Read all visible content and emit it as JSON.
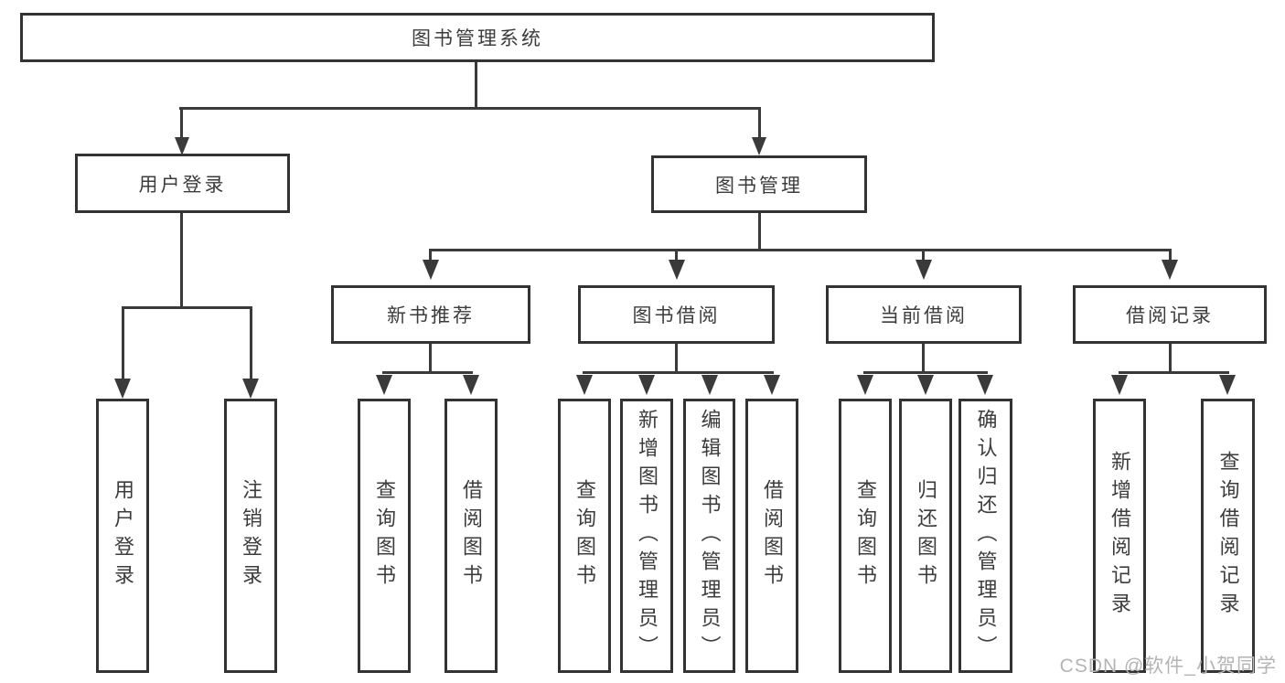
{
  "diagram": {
    "root": {
      "label": "图书管理系统"
    },
    "branches": [
      {
        "label": "用户登录",
        "children": [
          {
            "label": "用户登录"
          },
          {
            "label": "注销登录"
          }
        ]
      },
      {
        "label": "图书管理",
        "groups": [
          {
            "label": "新书推荐",
            "children": [
              {
                "label": "查询图书"
              },
              {
                "label": "借阅图书"
              }
            ]
          },
          {
            "label": "图书借阅",
            "children": [
              {
                "label": "查询图书"
              },
              {
                "label": "新增图书（管理员）"
              },
              {
                "label": "编辑图书（管理员）"
              },
              {
                "label": "借阅图书"
              }
            ]
          },
          {
            "label": "当前借阅",
            "children": [
              {
                "label": "查询图书"
              },
              {
                "label": "归还图书"
              },
              {
                "label": "确认归还（管理员）"
              }
            ]
          },
          {
            "label": "借阅记录",
            "children": [
              {
                "label": "新增借阅记录"
              },
              {
                "label": "查询借阅记录"
              }
            ]
          }
        ]
      }
    ],
    "watermark": "CSDN @软件_小贺同学",
    "colors": {
      "line": "#3a3a3a",
      "box_border": "#333333",
      "text": "#3c3c3c",
      "watermark": "#b4b4b4",
      "background": "#ffffff"
    }
  }
}
